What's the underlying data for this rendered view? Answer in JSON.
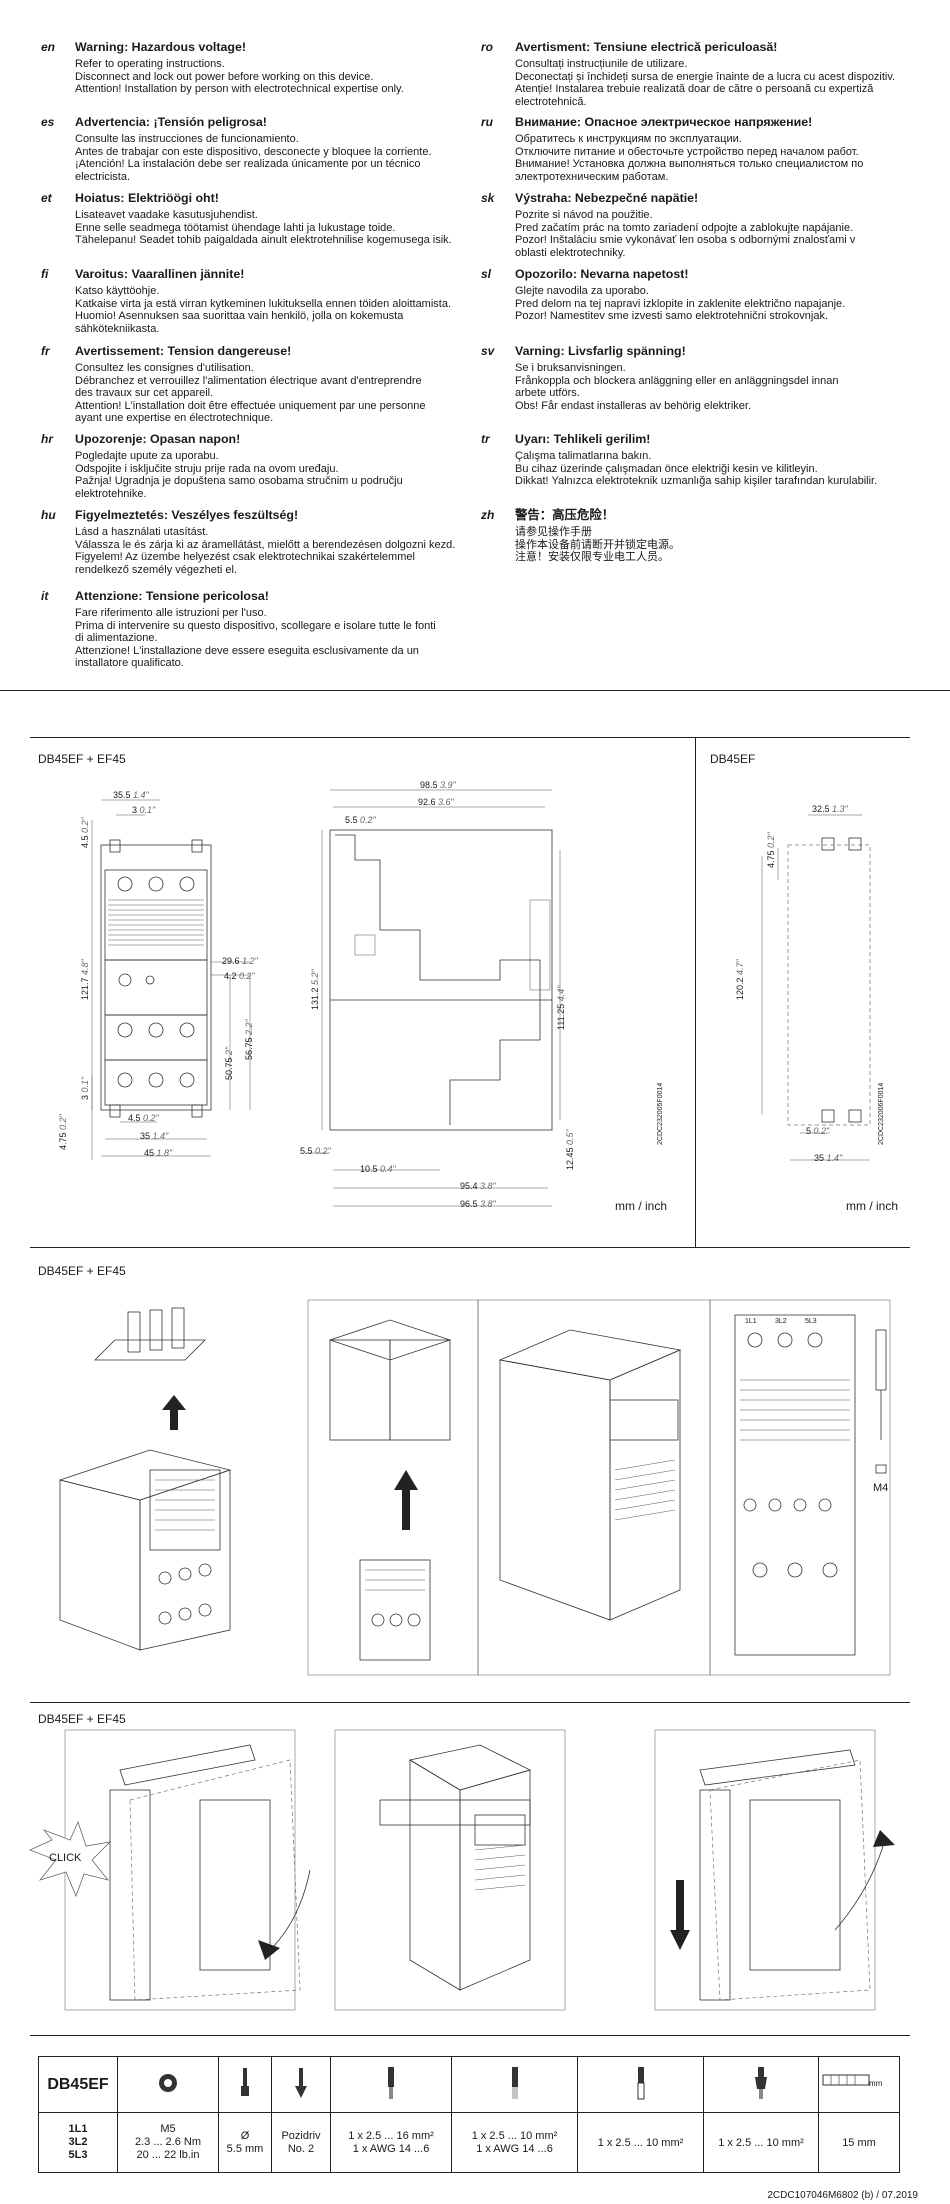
{
  "warnings_left": [
    {
      "code": "en",
      "head": "Warning: Hazardous voltage!",
      "lines": [
        "Refer to operating instructions.",
        "Disconnect and lock out power before working on this device.",
        "Attention! Installation by person with electrotechnical expertise only."
      ]
    },
    {
      "code": "es",
      "head": "Advertencia: ¡Tensión peligrosa!",
      "lines": [
        "Consulte las instrucciones de funcionamiento.",
        "Antes de trabajar con este dispositivo, desconecte y bloquee la corriente.",
        "¡Atención! La instalación debe ser realizada únicamente por un técnico",
        "electricista."
      ]
    },
    {
      "code": "et",
      "head": "Hoiatus: Elektriöögi oht!",
      "lines": [
        "Lisateavet vaadake kasutusjuhendist.",
        "Enne selle seadmega töötamist ühendage lahti ja lukustage toide.",
        "Tähelepanu! Seadet tohib paigaldada ainult elektrotehnilise kogemusega isik."
      ]
    },
    {
      "code": "fi",
      "head": "Varoitus: Vaarallinen jännite!",
      "lines": [
        "Katso käyttöohje.",
        "Katkaise virta ja estä virran kytkeminen lukituksella ennen töiden aloittamista.",
        "Huomio! Asennuksen saa suorittaa vain henkilö, jolla on kokemusta",
        "sähkötekniikasta."
      ]
    },
    {
      "code": "fr",
      "head": "Avertissement: Tension dangereuse!",
      "lines": [
        "Consultez les consignes d'utilisation.",
        "Débranchez et verrouillez l'alimentation électrique avant d'entreprendre",
        "des travaux sur cet appareil.",
        "Attention! L'installation doit être effectuée uniquement par une personne",
        "ayant une expertise en électrotechnique."
      ]
    },
    {
      "code": "hr",
      "head": "Upozorenje: Opasan napon!",
      "lines": [
        "Pogledajte upute za uporabu.",
        "Odspojite i isključite struju prije rada na ovom uređaju.",
        "Pažnja! Ugradnja je dopuštena samo osobama stručnim u području",
        "elektrotehnike."
      ]
    },
    {
      "code": "hu",
      "head": "Figyelmeztetés: Veszélyes feszültség!",
      "lines": [
        "Lásd a használati utasítást.",
        "Válassza le és zárja ki az áramellátást, mielőtt a berendezésen dolgozni kezd.",
        "Figyelem! Az üzembe helyezést csak elektrotechnikai szakértelemmel",
        "rendelkező személy végezheti el."
      ]
    },
    {
      "code": "it",
      "head": "Attenzione: Tensione pericolosa!",
      "lines": [
        "Fare riferimento alle istruzioni per l'uso.",
        "Prima di intervenire su questo dispositivo, scollegare e isolare tutte le fonti",
        "di alimentazione.",
        "Attenzione! L'installazione deve essere eseguita esclusivamente da un",
        "installatore qualificato."
      ]
    }
  ],
  "warnings_right": [
    {
      "code": "ro",
      "head": "Avertisment: Tensiune electrică periculoasă!",
      "lines": [
        "Consultați instrucțiunile de utilizare.",
        "Deconectați și închideți sursa de energie înainte de a lucra cu acest dispozitiv.",
        "Atenție! Instalarea trebuie realizată doar de către o persoană cu expertiză",
        "electrotehnică."
      ]
    },
    {
      "code": "ru",
      "head": "Внимание: Опасное электрическое напряжение!",
      "lines": [
        "Обратитесь к инструкциям по эксплуатации.",
        "Отключите питание и обесточьте устройство перед началом работ.",
        "Внимание! Установка должна выполняться только специалистом по",
        "электротехническим работам."
      ]
    },
    {
      "code": "sk",
      "head": "Výstraha: Nebezpečné napätie!",
      "lines": [
        "Pozrite si návod na použitie.",
        "Pred začatím prác na tomto zariadení odpojte a zablokujte napájanie.",
        "Pozor! Inštaláciu smie vykonávať len osoba s odbornými znalosťami v",
        "oblasti elektrotechniky."
      ]
    },
    {
      "code": "sl",
      "head": "Opozorilo: Nevarna napetost!",
      "lines": [
        "Glejte navodila za uporabo.",
        "Pred delom na tej napravi izklopite in zaklenite električno napajanje.",
        "Pozor! Namestitev sme izvesti samo elektrotehnični strokovnjak."
      ]
    },
    {
      "code": "sv",
      "head": "Varning: Livsfarlig spänning!",
      "lines": [
        "Se i bruksanvisningen.",
        "Frånkoppla och blockera anläggning eller en anläggningsdel innan",
        "arbete utförs.",
        "Obs! Får endast installeras av behörig elektriker."
      ]
    },
    {
      "code": "tr",
      "head": "Uyarı: Tehlikeli gerilim!",
      "lines": [
        "Çalışma talimatlarına bakın.",
        "Bu cihaz üzerinde çalışmadan önce elektriği kesin ve kilitleyin.",
        "Dikkat! Yalnızca elektroteknik uzmanlığa sahip kişiler tarafından kurulabilir."
      ]
    },
    {
      "code": "zh",
      "head": "警告：高压危险！",
      "lines": [
        "请参见操作手册",
        "操作本设备前请断开并锁定电源。",
        "注意！安装仅限专业电工人员。"
      ]
    }
  ],
  "section1": {
    "title_left": "DB45EF + EF45",
    "title_right": "DB45EF",
    "unit_left": "mm / inch",
    "unit_right": "mm / inch",
    "code_left": "2CDC232005F0014",
    "code_right": "2CDC232006F0014"
  },
  "dims_front": [
    {
      "v": "35.5",
      "i": "1.4\""
    },
    {
      "v": "3",
      "i": "0.1\""
    },
    {
      "v": "4.5",
      "i": "0.2\""
    },
    {
      "v": "121.7",
      "i": "4.8\""
    },
    {
      "v": "29.6",
      "i": "1.2\""
    },
    {
      "v": "4.2",
      "i": "0.2\""
    },
    {
      "v": "50.75",
      "i": "2\""
    },
    {
      "v": "56.75",
      "i": "2.2\""
    },
    {
      "v": "3",
      "i": "0.1\""
    },
    {
      "v": "4.5",
      "i": "0.2\""
    },
    {
      "v": "4.75",
      "i": "0.2\""
    },
    {
      "v": "35",
      "i": "1.4\""
    },
    {
      "v": "45",
      "i": "1.8\""
    }
  ],
  "dims_side": [
    {
      "v": "98.5",
      "i": "3.9\""
    },
    {
      "v": "92.6",
      "i": "3.6\""
    },
    {
      "v": "5.5",
      "i": "0.2\""
    },
    {
      "v": "131.2",
      "i": "5.2\""
    },
    {
      "v": "111.25",
      "i": "4.4\""
    },
    {
      "v": "5.5",
      "i": "0.2\""
    },
    {
      "v": "12.45",
      "i": "0.5\""
    },
    {
      "v": "10.5",
      "i": "0.4\""
    },
    {
      "v": "95.4",
      "i": "3.8\""
    },
    {
      "v": "96.5",
      "i": "3.8\""
    }
  ],
  "dims_base": [
    {
      "v": "32.5",
      "i": "1.3\""
    },
    {
      "v": "4.75",
      "i": "0.2\""
    },
    {
      "v": "120.2",
      "i": "4.7\""
    },
    {
      "v": "5",
      "i": "0.2\""
    },
    {
      "v": "35",
      "i": "1.4\""
    }
  ],
  "section2": {
    "title": "DB45EF + EF45",
    "m4_label": "M4",
    "terminals": [
      "1L1",
      "3L2",
      "5L3"
    ]
  },
  "section3": {
    "title": "DB45EF + EF45",
    "click_label": "CLICK"
  },
  "spec": {
    "model": "DB45EF",
    "terminals": [
      "1L1",
      "3L2",
      "5L3"
    ],
    "torque": [
      "M5",
      "2.3 ... 2.6 Nm",
      "20 ... 22 lb.in"
    ],
    "screwdriver_flat": [
      "Ø",
      "5.5 mm"
    ],
    "screwdriver_pz": [
      "Pozidriv",
      "No. 2"
    ],
    "wire1": [
      "1 x 2.5 ... 16 mm²",
      "1 x AWG 14 ...6"
    ],
    "wire2": [
      "1 x 2.5 ... 10 mm²",
      "1 x AWG 14 ...6"
    ],
    "wire3": "1 x 2.5 ... 10 mm²",
    "wire4": "1 x 2.5 ... 10 mm²",
    "strip": "15 mm",
    "strip_unit": "mm"
  },
  "footer": "2CDC107046M6802 (b) / 07.2019"
}
